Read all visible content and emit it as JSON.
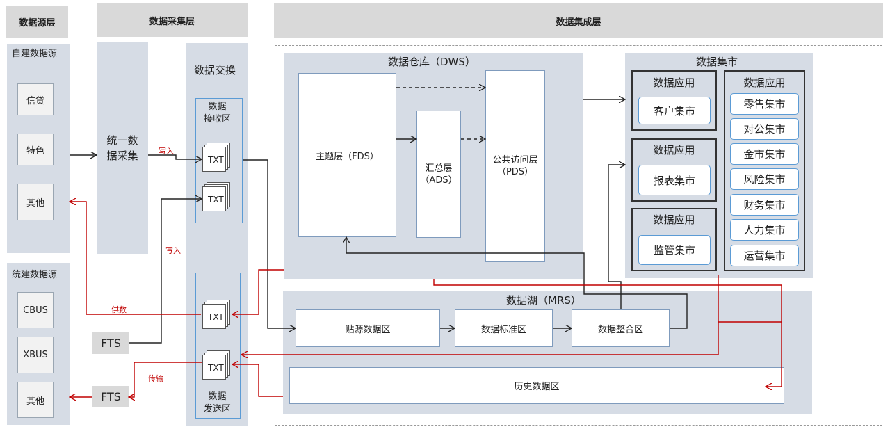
{
  "headers": {
    "source": "数据源层",
    "collect": "数据采集层",
    "integrate": "数据集成层"
  },
  "source_layer": {
    "self_built": {
      "title": "自建数据源",
      "items": [
        "信贷",
        "特色",
        "其他"
      ]
    },
    "unified": {
      "title": "统建数据源",
      "items": [
        "CBUS",
        "XBUS",
        "其他"
      ]
    }
  },
  "collect_layer": {
    "unified_collect": "统一数\n据采集",
    "exchange_title": "数据交换",
    "receive_zone": "数据\n接收区",
    "send_zone": "数据\n发送区",
    "txt_label": "TXT",
    "fts": "FTS"
  },
  "labels": {
    "write1": "写入",
    "write2": "写入",
    "supply": "供数",
    "transfer": "传输"
  },
  "dws": {
    "title": "数据仓库（DWS）",
    "fds": "主题层（FDS）",
    "ads": "汇总层\n（ADS）",
    "pds": "公共访问层\n（PDS）"
  },
  "mart": {
    "title": "数据集市",
    "app_title": "数据应用",
    "left_items": [
      "客户集市",
      "报表集市",
      "监管集市"
    ],
    "right_items": [
      "零售集市",
      "对公集市",
      "金市集市",
      "风险集市",
      "财务集市",
      "人力集市",
      "运营集市"
    ]
  },
  "mrs": {
    "title": "数据湖（MRS）",
    "source_zone": "贴源数据区",
    "standard_zone": "数据标准区",
    "integrate_zone": "数据整合区",
    "history_zone": "历史数据区"
  },
  "colors": {
    "panel": "#d6dce5",
    "header": "#d9d9d9",
    "red_flow": "#c00000",
    "blue_border": "#5b9bd5"
  }
}
